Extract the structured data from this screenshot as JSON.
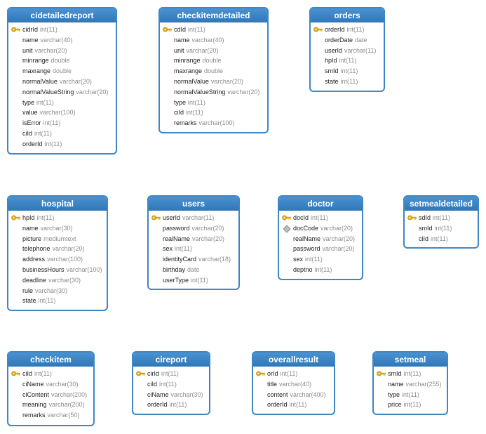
{
  "tables": [
    {
      "id": "cidetailedreport",
      "name": "cidetailedreport",
      "fields": [
        {
          "name": "cidrId",
          "type": "int(11)",
          "key": "primary"
        },
        {
          "name": "name",
          "type": "varchar(40)"
        },
        {
          "name": "unit",
          "type": "varchar(20)"
        },
        {
          "name": "minrange",
          "type": "double"
        },
        {
          "name": "maxrange",
          "type": "double"
        },
        {
          "name": "normalValue",
          "type": "varchar(20)"
        },
        {
          "name": "normalValueString",
          "type": "varchar(20)"
        },
        {
          "name": "type",
          "type": "int(11)"
        },
        {
          "name": "value",
          "type": "varchar(100)"
        },
        {
          "name": "isError",
          "type": "int(11)"
        },
        {
          "name": "ciId",
          "type": "int(11)"
        },
        {
          "name": "orderId",
          "type": "int(11)"
        }
      ]
    },
    {
      "id": "checkitemdetailed",
      "name": "checkitemdetailed",
      "fields": [
        {
          "name": "cdId",
          "type": "int(11)",
          "key": "primary"
        },
        {
          "name": "name",
          "type": "varchar(40)"
        },
        {
          "name": "unit",
          "type": "varchar(20)"
        },
        {
          "name": "minrange",
          "type": "double"
        },
        {
          "name": "maxrange",
          "type": "double"
        },
        {
          "name": "normalValue",
          "type": "varchar(20)"
        },
        {
          "name": "normalValueString",
          "type": "varchar(20)"
        },
        {
          "name": "type",
          "type": "int(11)"
        },
        {
          "name": "ciId",
          "type": "int(11)"
        },
        {
          "name": "remarks",
          "type": "varchar(100)"
        }
      ]
    },
    {
      "id": "orders",
      "name": "orders",
      "fields": [
        {
          "name": "orderId",
          "type": "int(11)",
          "key": "primary"
        },
        {
          "name": "orderDate",
          "type": "date"
        },
        {
          "name": "userId",
          "type": "varchar(11)"
        },
        {
          "name": "hpId",
          "type": "int(11)"
        },
        {
          "name": "smId",
          "type": "int(11)"
        },
        {
          "name": "state",
          "type": "int(11)"
        }
      ]
    },
    {
      "id": "hospital",
      "name": "hospital",
      "fields": [
        {
          "name": "hpId",
          "type": "int(11)",
          "key": "primary"
        },
        {
          "name": "name",
          "type": "varchar(30)"
        },
        {
          "name": "picture",
          "type": "mediumtext"
        },
        {
          "name": "telephone",
          "type": "varchar(20)"
        },
        {
          "name": "address",
          "type": "varchar(100)"
        },
        {
          "name": "businessHours",
          "type": "varchar(100)"
        },
        {
          "name": "deadline",
          "type": "varchar(30)"
        },
        {
          "name": "rule",
          "type": "varchar(30)"
        },
        {
          "name": "state",
          "type": "int(11)"
        }
      ]
    },
    {
      "id": "users",
      "name": "users",
      "fields": [
        {
          "name": "userId",
          "type": "varchar(11)",
          "key": "primary"
        },
        {
          "name": "password",
          "type": "varchar(20)"
        },
        {
          "name": "realName",
          "type": "varchar(20)"
        },
        {
          "name": "sex",
          "type": "int(11)"
        },
        {
          "name": "identityCard",
          "type": "varchar(18)"
        },
        {
          "name": "birthday",
          "type": "date"
        },
        {
          "name": "userType",
          "type": "int(11)"
        }
      ]
    },
    {
      "id": "doctor",
      "name": "doctor",
      "fields": [
        {
          "name": "docId",
          "type": "int(11)",
          "key": "primary"
        },
        {
          "name": "docCode",
          "type": "varchar(20)",
          "key": "index"
        },
        {
          "name": "realName",
          "type": "varchar(20)"
        },
        {
          "name": "password",
          "type": "varchar(20)"
        },
        {
          "name": "sex",
          "type": "int(11)"
        },
        {
          "name": "deptno",
          "type": "int(11)"
        }
      ]
    },
    {
      "id": "setmealdetailed",
      "name": "setmealdetailed",
      "fields": [
        {
          "name": "sdId",
          "type": "int(11)",
          "key": "primary"
        },
        {
          "name": "smId",
          "type": "int(11)"
        },
        {
          "name": "ciId",
          "type": "int(11)"
        }
      ]
    },
    {
      "id": "checkitem",
      "name": "checkitem",
      "fields": [
        {
          "name": "ciId",
          "type": "int(11)",
          "key": "primary"
        },
        {
          "name": "ciName",
          "type": "varchar(30)"
        },
        {
          "name": "ciContent",
          "type": "varchar(200)"
        },
        {
          "name": "meaning",
          "type": "varchar(200)"
        },
        {
          "name": "remarks",
          "type": "varchar(50)"
        }
      ]
    },
    {
      "id": "cireport",
      "name": "cireport",
      "fields": [
        {
          "name": "cirId",
          "type": "int(11)",
          "key": "primary"
        },
        {
          "name": "ciId",
          "type": "int(11)"
        },
        {
          "name": "ciName",
          "type": "varchar(30)"
        },
        {
          "name": "orderId",
          "type": "int(11)"
        }
      ]
    },
    {
      "id": "overallresult",
      "name": "overallresult",
      "fields": [
        {
          "name": "orId",
          "type": "int(11)",
          "key": "primary"
        },
        {
          "name": "title",
          "type": "varchar(40)"
        },
        {
          "name": "content",
          "type": "varchar(400)"
        },
        {
          "name": "orderId",
          "type": "int(11)"
        }
      ]
    },
    {
      "id": "setmeal",
      "name": "setmeal",
      "fields": [
        {
          "name": "smId",
          "type": "int(11)",
          "key": "primary"
        },
        {
          "name": "name",
          "type": "varchar(255)"
        },
        {
          "name": "type",
          "type": "int(11)"
        },
        {
          "name": "price",
          "type": "int(11)"
        }
      ]
    }
  ],
  "colors": {
    "header": "#3d85c6",
    "border": "#3f86c4",
    "key": "#e8b51e",
    "field_type": "#8c8c8c"
  }
}
